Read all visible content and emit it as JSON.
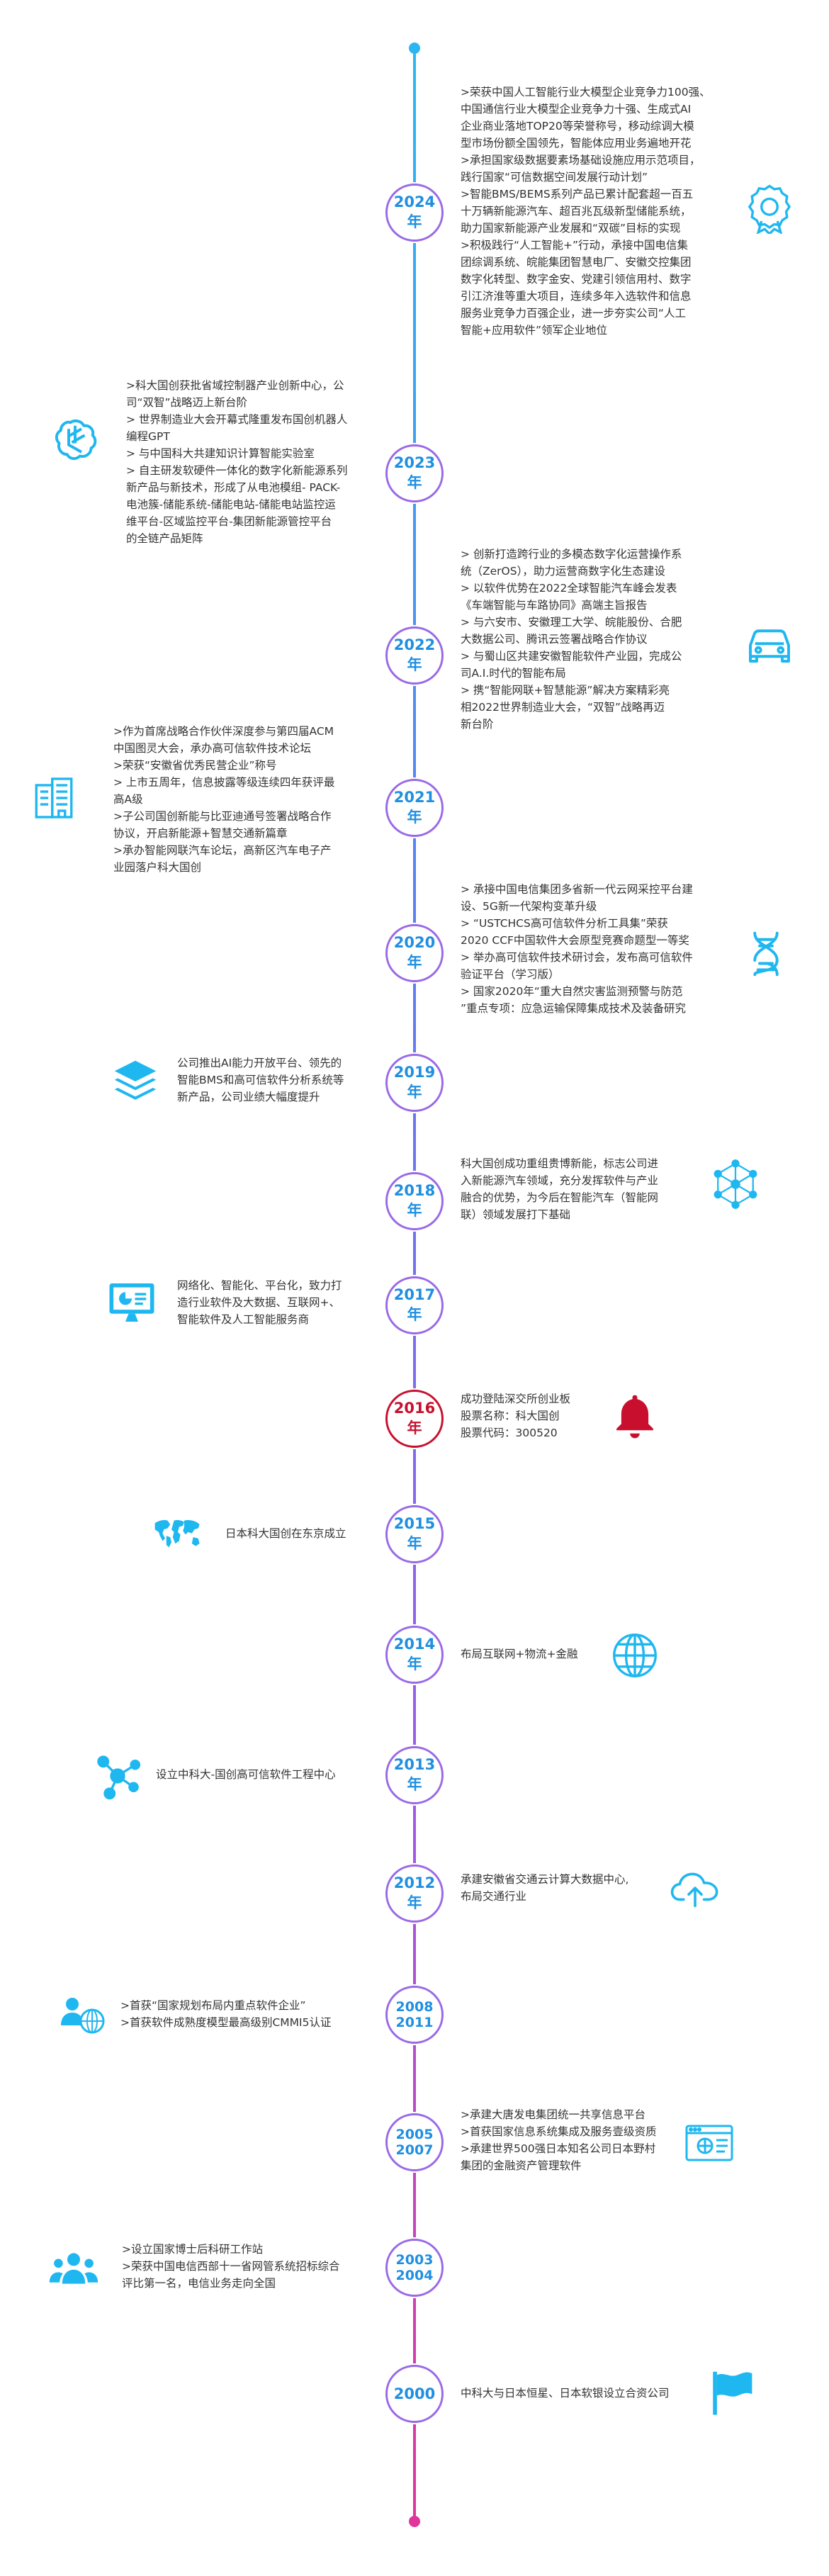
{
  "accent_colors": {
    "primary": "#1f8fe0",
    "icon": "#1fb7f0",
    "ring": "#9a6ae6",
    "highlight": "#c8102e",
    "spine_top": "#29b8f2",
    "spine_bottom": "#e0359a"
  },
  "milestones": [
    {
      "year_lines": [
        "2024年"
      ],
      "icon": "award-ribbon-icon",
      "items": [
        ">荣获中国人工智能行业大模型企业竞争力100强、",
        "中国通信行业大模型企业竞争力十强、生成式AI",
        "企业商业落地TOP20等荣誉称号，移动综调大模",
        "型市场份额全国领先，智能体应用业务遍地开花",
        ">承担国家级数据要素场基础设施应用示范项目，",
        "践行国家“可信数据空间发展行动计划”",
        ">智能BMS/BEMS系列产品已累计配套超一百五",
        "十万辆新能源汽车、超百兆瓦级新型储能系统，",
        "助力国家新能源产业发展和“双碳”目标的实现",
        ">积极践行“人工智能+”行动，承接中国电信集",
        "团综调系统、皖能集团智慧电厂、安徽交控集团",
        "数字化转型、数字金安、党建引领信用村、数字",
        "引江济淮等重大项目，连续多年入选软件和信息",
        "服务业竞争力百强企业，进一步夯实公司“人工",
        "智能+应用软件”领军企业地位"
      ]
    },
    {
      "year_lines": [
        "2023年"
      ],
      "icon": "ai-knot-icon",
      "items": [
        ">科大国创获批省域控制器产业创新中心，公",
        "司“双智”战略迈上新台阶",
        "> 世界制造业大会开幕式隆重发布国创机器人",
        "编程GPT",
        "> 与中国科大共建知识计算智能实验室",
        "> 自主研发软硬件一体化的数字化新能源系列",
        "新产品与新技术，形成了从电池模组- PACK-",
        "电池簇-储能系统-储能电站-储能电站监控运",
        "维平台-区域监控平台-集团新能源管控平台",
        "的全链产品矩阵"
      ]
    },
    {
      "year_lines": [
        "2022年"
      ],
      "icon": "car-icon",
      "items": [
        "> 创新打造跨行业的多模态数字化运营操作系",
        "统（ZerOS），助力运营商数字化生态建设",
        "> 以软件优势在2022全球智能汽车峰会发表",
        "《车端智能与车路协同》高端主旨报告",
        "> 与六安市、安徽理工大学、皖能股份、合肥",
        "大数据公司、腾讯云签署战略合作协议",
        "> 与蜀山区共建安徽智能软件产业园，完成公",
        "司A.I.时代的智能布局",
        "> 携“智能网联+智慧能源”解决方案精彩亮",
        "相2022世界制造业大会，“双智”战略再迈",
        "新台阶"
      ]
    },
    {
      "year_lines": [
        "2021年"
      ],
      "icon": "office-building-icon",
      "items": [
        ">作为首席战略合作伙伴深度参与第四届ACM",
        "中国图灵大会，承办高可信软件技术论坛",
        ">荣获“安徽省优秀民营企业”称号",
        "> 上市五周年，信息披露等级连续四年获评最",
        "高A级",
        ">子公司国创新能与比亚迪通号签署战略合作",
        "协议，开启新能源+智慧交通新篇章",
        ">承办智能网联汽车论坛，高新区汽车电子产",
        "业园落户科大国创"
      ]
    },
    {
      "year_lines": [
        "2020年"
      ],
      "icon": "dna-helix-icon",
      "items": [
        "> 承接中国电信集团多省新一代云网采控平台建",
        "设、5G新一代架构变革升级",
        "> “USTCHCS高可信软件分析工具集”荣获",
        "2020 CCF中国软件大会原型竞赛命题型一等奖",
        "> 举办高可信软件技术研讨会，发布高可信软件",
        "验证平台（学习版）",
        "> 国家2020年“重大自然灾害监测预警与防范",
        "”重点专项：应急运输保障集成技术及装备研究"
      ]
    },
    {
      "year_lines": [
        "2019年"
      ],
      "icon": "stacked-layers-icon",
      "items": [
        "公司推出AI能力开放平台、领先的",
        "智能BMS和高可信软件分析系统等",
        "新产品，公司业绩大幅度提升"
      ]
    },
    {
      "year_lines": [
        "2018年"
      ],
      "icon": "network-hexagon-icon",
      "items": [
        "科大国创成功重组贵博新能，标志公司进",
        "入新能源汽车领域，充分发挥软件与产业",
        "融合的优势，为今后在智能汽车（智能网",
        "联）领域发展打下基础"
      ]
    },
    {
      "year_lines": [
        "2017年"
      ],
      "icon": "presentation-monitor-icon",
      "items": [
        "网络化、智能化、平台化，致力打",
        "造行业软件及大数据、互联网+、",
        "智能软件及人工智能服务商"
      ]
    },
    {
      "year_lines": [
        "2016年"
      ],
      "icon": "bell-icon",
      "items": [
        "成功登陆深交所创业板",
        "股票名称：科大国创",
        "股票代码：300520"
      ]
    },
    {
      "year_lines": [
        "2015年"
      ],
      "icon": "world-map-icon",
      "items": [
        "日本科大国创在东京成立"
      ]
    },
    {
      "year_lines": [
        "2014年"
      ],
      "icon": "globe-icon",
      "items": [
        "布局互联网+物流+金融"
      ]
    },
    {
      "year_lines": [
        "2013年"
      ],
      "icon": "molecule-icon",
      "items": [
        "设立中科大-国创高可信软件工程中心"
      ]
    },
    {
      "year_lines": [
        "2012年"
      ],
      "icon": "cloud-upload-icon",
      "items": [
        "承建安徽省交通云计算大数据中心,",
        "布局交通行业"
      ]
    },
    {
      "year_lines": [
        "2008",
        "2011"
      ],
      "icon": "people-globe-icon",
      "items": [
        ">首获“国家规划布局内重点软件企业”",
        ">首获软件成熟度模型最高级别CMMI5认证"
      ]
    },
    {
      "year_lines": [
        "2005",
        "2007"
      ],
      "icon": "browser-window-icon",
      "items": [
        ">承建大唐发电集团统一共享信息平台",
        ">首获国家信息系统集成及服务壹级资质",
        ">承建世界500强日本知名公司日本野村",
        "集团的金融资产管理软件"
      ]
    },
    {
      "year_lines": [
        "2003",
        "2004"
      ],
      "icon": "team-people-icon",
      "items": [
        ">设立国家博士后科研工作站",
        ">荣获中国电信西部十一省网管系统招标综合",
        "评比第一名，电信业务走向全国"
      ]
    },
    {
      "year_lines": [
        "2000"
      ],
      "icon": "flag-icon",
      "items": [
        "中科大与日本恒星、日本软银设立合资公司"
      ]
    }
  ]
}
